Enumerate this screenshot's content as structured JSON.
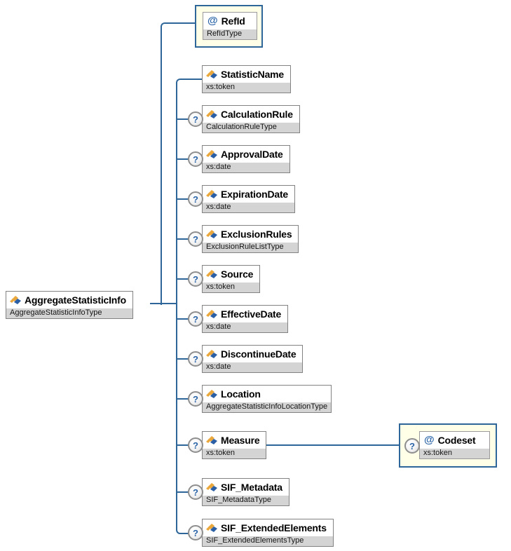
{
  "diagram": {
    "optional_marker": "?",
    "root": {
      "name": "AggregateStatisticInfo",
      "type": "AggregateStatisticInfoType"
    },
    "attribute": {
      "prefix": "@",
      "name": "RefId",
      "type": "RefIdType"
    },
    "children": [
      {
        "name": "StatisticName",
        "type": "xs:token",
        "optional": false
      },
      {
        "name": "CalculationRule",
        "type": "CalculationRuleType",
        "optional": true
      },
      {
        "name": "ApprovalDate",
        "type": "xs:date",
        "optional": true
      },
      {
        "name": "ExpirationDate",
        "type": "xs:date",
        "optional": true
      },
      {
        "name": "ExclusionRules",
        "type": "ExclusionRuleListType",
        "optional": true
      },
      {
        "name": "Source",
        "type": "xs:token",
        "optional": true
      },
      {
        "name": "EffectiveDate",
        "type": "xs:date",
        "optional": true
      },
      {
        "name": "DiscontinueDate",
        "type": "xs:date",
        "optional": true
      },
      {
        "name": "Location",
        "type": "AggregateStatisticInfoLocationType",
        "optional": true
      },
      {
        "name": "Measure",
        "type": "xs:token",
        "optional": true
      },
      {
        "name": "SIF_Metadata",
        "type": "SIF_MetadataType",
        "optional": true
      },
      {
        "name": "SIF_ExtendedElements",
        "type": "SIF_ExtendedElementsType",
        "optional": true
      }
    ],
    "measure_attribute": {
      "prefix": "@",
      "name": "Codeset",
      "type": "xs:token"
    },
    "colors": {
      "connector_blue": "#2F6699",
      "attribute_box_bg": "#FFFFE8",
      "type_band_gray": "#D4D4D4",
      "box_border_gray": "#828282"
    }
  }
}
